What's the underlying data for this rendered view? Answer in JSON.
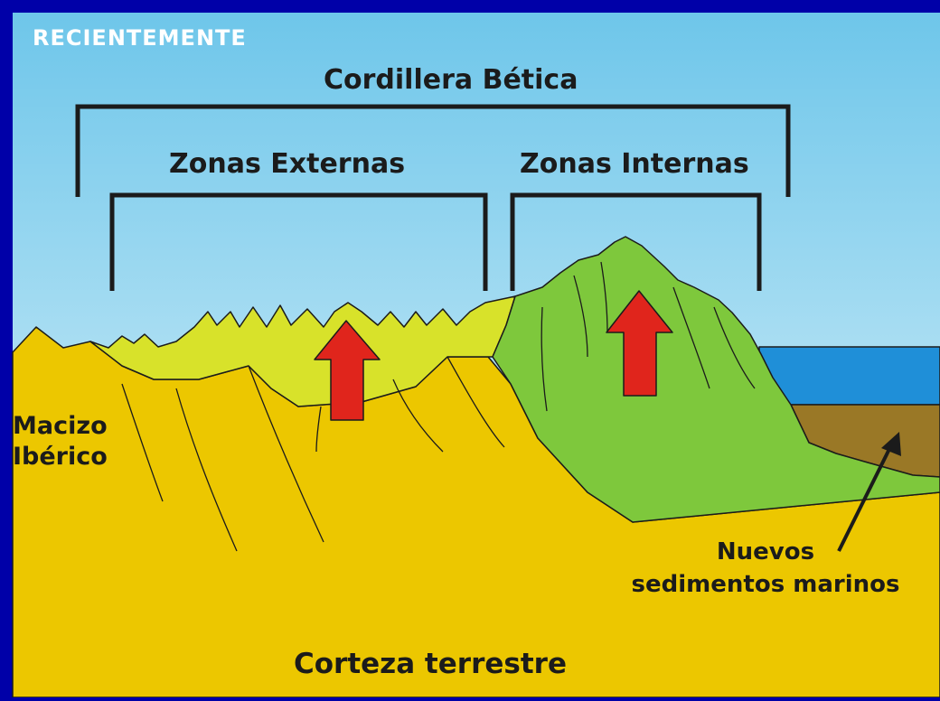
{
  "colors": {
    "frame": "#0000a8",
    "sky_top": "#6ec6ea",
    "sky_bottom": "#e6f6fb",
    "crust": "#ecc700",
    "external_zones": "#d8e22a",
    "internal_zones": "#7ec83c",
    "sea": "#1f8fd8",
    "sediments": "#9a7826",
    "arrows": "#e0251c",
    "lines": "#1b1b1b"
  },
  "title": "RECIENTEMENTE",
  "labels": {
    "cordillera": "Cordillera Bética",
    "zonas_externas": "Zonas Externas",
    "zonas_internas": "Zonas Internas",
    "macizo_line1": "Macizo",
    "macizo_line2": "Ibérico",
    "sedimentos_line1": "Nuevos",
    "sedimentos_line2": "sedimentos marinos",
    "corteza": "Corteza terrestre"
  },
  "arrows": [
    {
      "meaning": "uplift",
      "direction": "up"
    },
    {
      "meaning": "uplift",
      "direction": "up"
    }
  ]
}
